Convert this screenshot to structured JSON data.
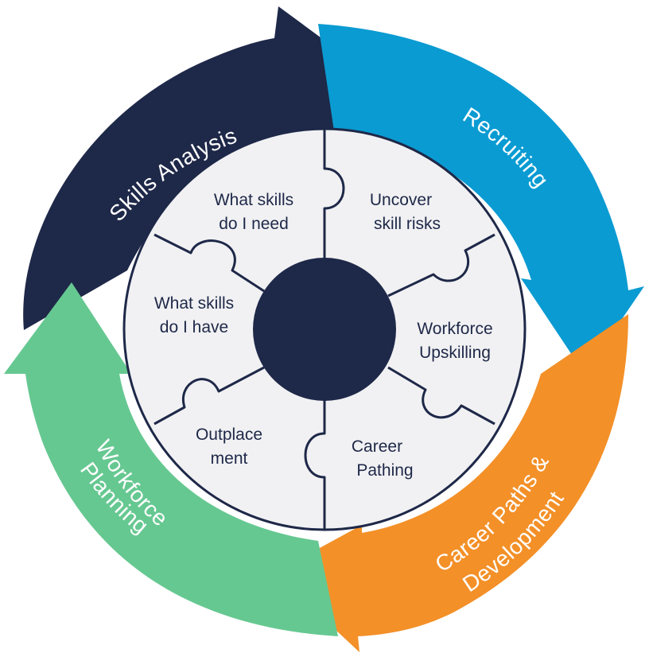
{
  "cycle": {
    "stages": [
      {
        "label": "Skills Analysis",
        "color": "#1e2848"
      },
      {
        "label": "Recruiting",
        "color": "#0a9bd2"
      },
      {
        "label": "Career Paths &",
        "label_line2": "Development",
        "color": "#f39028"
      },
      {
        "label": "Workforce",
        "label_line2": "Planning",
        "color": "#66c891"
      }
    ]
  },
  "puzzle": {
    "pieces": [
      {
        "line1": "What skills",
        "line2": "do I need"
      },
      {
        "line1": "Uncover",
        "line2": "skill risks"
      },
      {
        "line1": "Workforce",
        "line2": "Upskilling"
      },
      {
        "line1": "Career",
        "line2": "Pathing"
      },
      {
        "line1": "Outplace",
        "line2": "ment"
      },
      {
        "line1": "What skills",
        "line2": "do I have"
      }
    ],
    "center_color": "#1e2848",
    "fill": "#f1f1f3",
    "stroke": "#1e2848"
  }
}
